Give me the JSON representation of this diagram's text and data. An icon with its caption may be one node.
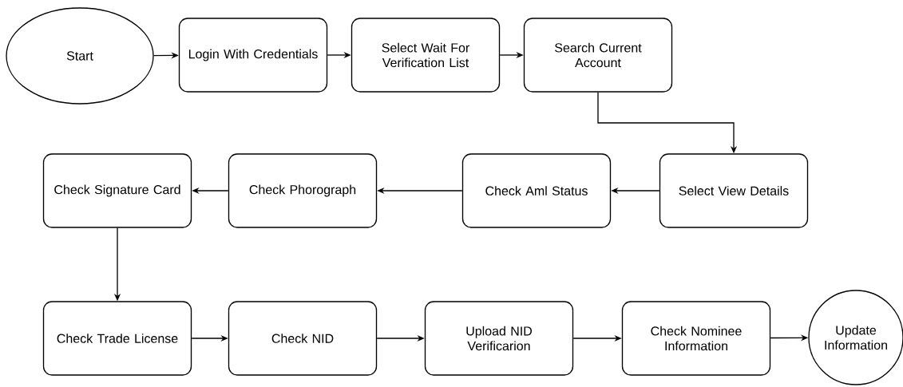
{
  "diagram": {
    "nodes": [
      {
        "text": [
          "Start"
        ]
      },
      {
        "text": [
          "Login With Credentials"
        ]
      },
      {
        "text": [
          "Select Wait For Verification List"
        ]
      },
      {
        "text": [
          "Search Current Account"
        ]
      },
      {
        "text": [
          "Select View Details"
        ]
      },
      {
        "text": [
          "Check Aml Status"
        ]
      },
      {
        "text": [
          "Check Phorograph"
        ]
      },
      {
        "text": [
          "Check Signature Card"
        ]
      },
      {
        "text": [
          "Check Trade License"
        ]
      },
      {
        "text": [
          "Check NID"
        ]
      },
      {
        "text": [
          "Upload NID Verificarion"
        ]
      },
      {
        "text": [
          "Check Nominee Information"
        ]
      },
      {
        "text": [
          "Update Information"
        ]
      }
    ],
    "edges": [
      {
        "from": 0,
        "to": 1,
        "arrow": "to"
      },
      {
        "from": 1,
        "to": 2,
        "arrow": "to"
      },
      {
        "from": 2,
        "to": 3,
        "arrow": "to"
      },
      {
        "from": 3,
        "to": 4,
        "arrow": "to"
      },
      {
        "from": 4,
        "to": 5,
        "arrow": "to"
      },
      {
        "from": 5,
        "to": 6,
        "arrow": "to"
      },
      {
        "from": 6,
        "to": 7,
        "arrow": "to"
      },
      {
        "from": 7,
        "to": 8,
        "arrow": "to"
      },
      {
        "from": 8,
        "to": 9,
        "arrow": "to"
      },
      {
        "from": 9,
        "to": 10,
        "arrow": "to"
      },
      {
        "from": 10,
        "to": 11,
        "arrow": "to"
      },
      {
        "from": 11,
        "to": 12,
        "arrow": "to"
      }
    ]
  }
}
